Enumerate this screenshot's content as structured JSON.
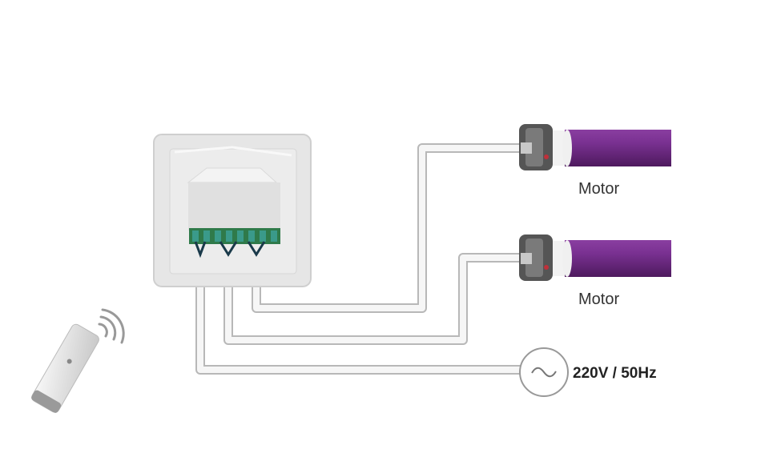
{
  "motors": [
    {
      "label": "Motor"
    },
    {
      "label": "Motor"
    }
  ],
  "power_supply": {
    "label": "220V / 50Hz"
  },
  "colors": {
    "motor_tube": "#6e2a83",
    "wire": "#f4f4f4",
    "wire_outline": "#b8b8b8",
    "terminal": "#2f7a4a",
    "switch_body": "#e4e4e4"
  },
  "icons": [
    "wall-switch-icon",
    "tubular-motor-icon",
    "ac-power-icon",
    "remote-control-icon",
    "wireless-signal-icon"
  ]
}
